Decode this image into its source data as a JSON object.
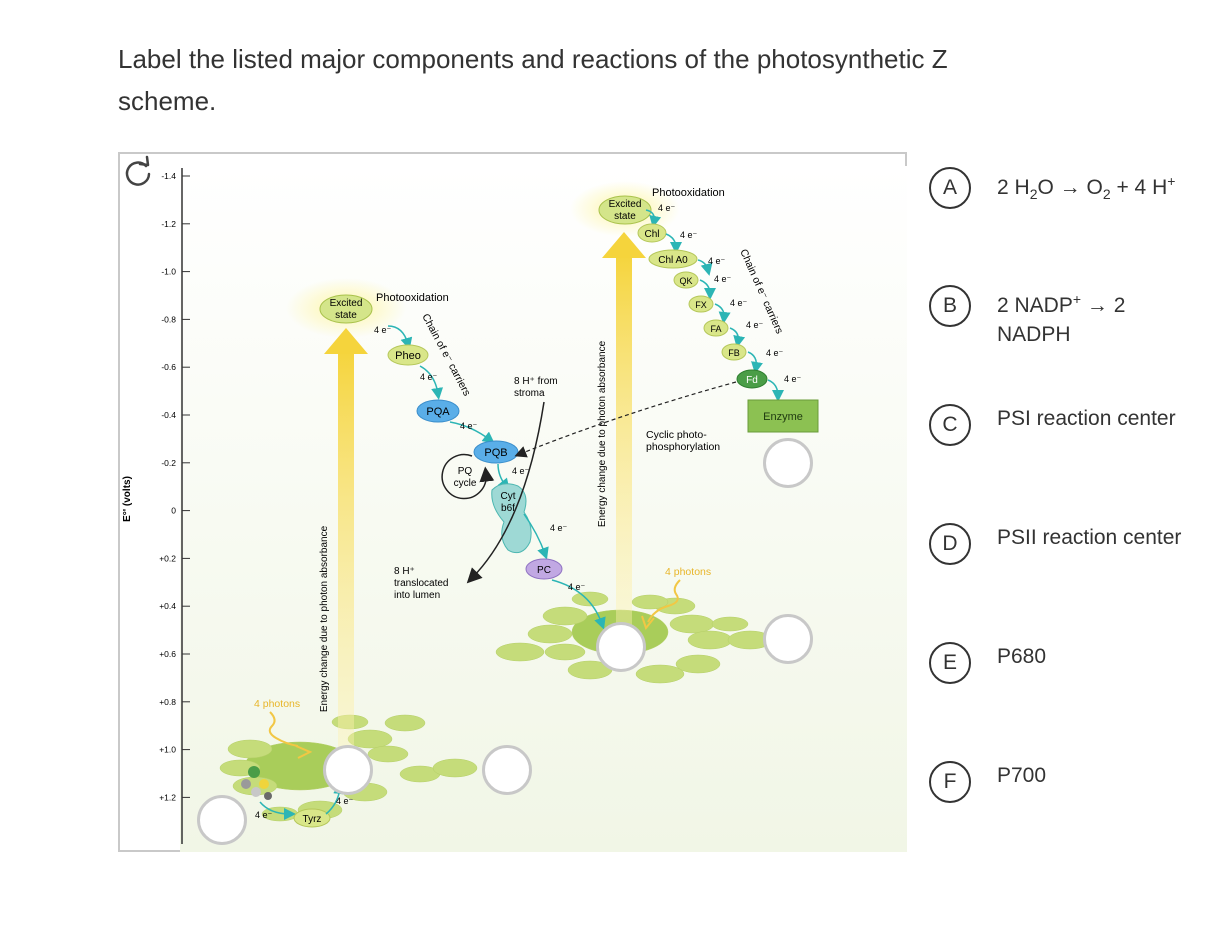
{
  "question": {
    "line1": "Label the listed major components and reactions of the photosynthetic Z",
    "line2": "scheme."
  },
  "figure": {
    "yaxis_label": "E°' (volts)",
    "ticks": [
      "-1.4",
      "-1.2",
      "-1.0",
      "-0.8",
      "-0.6",
      "-0.4",
      "-0.2",
      "0",
      "+0.2",
      "+0.4",
      "+0.6",
      "+0.8",
      "+1.0",
      "+1.2"
    ],
    "psii": {
      "excited": "Excited",
      "state": "state",
      "photooxidation": "Photooxidation",
      "vertical": "Energy change due to photon absorbance",
      "photons": "4 photons",
      "pheo": "Pheo",
      "pqa": "PQA",
      "pqb": "PQB",
      "pq": "PQ",
      "cycle": "cycle",
      "cyt": "Cyt",
      "b6f": "b6f",
      "chain": "Chain of e⁻ carriers",
      "tyrz": "Tyrz",
      "e4": "4 e⁻"
    },
    "protons": {
      "from1": "8 H⁺ from",
      "from2": "stroma",
      "trans1": "8 H⁺",
      "trans2": "translocated",
      "trans3": "into lumen"
    },
    "psi": {
      "excited": "Excited",
      "state": "state",
      "photooxidation": "Photooxidation",
      "vertical": "Energy change due to photon absorbance",
      "photons": "4 photons",
      "chl": "Chl",
      "chla0": "Chl A0",
      "qk": "QK",
      "fx": "FX",
      "fa": "FA",
      "fb": "FB",
      "fd": "Fd",
      "enzyme": "Enzyme",
      "pc": "PC",
      "chain": "Chain of e⁻ carriers",
      "cyclic1": "Cyclic photo-",
      "cyclic2": "phosphorylation"
    }
  },
  "answers": [
    {
      "letter": "A",
      "text_html": "2 H<sub>2</sub>O → O<sub>2</sub> + 4 H<sup>+</sup>"
    },
    {
      "letter": "B",
      "text_html": "2 NADP<sup>+</sup> → 2 NADPH"
    },
    {
      "letter": "C",
      "text_html": "PSI reaction center"
    },
    {
      "letter": "D",
      "text_html": "PSII reaction center"
    },
    {
      "letter": "E",
      "text_html": "P680"
    },
    {
      "letter": "F",
      "text_html": "P700"
    }
  ],
  "colors": {
    "yellow_arrow": "#f7d84a",
    "chloroplast_green": "#c5dc7a",
    "blue_node": "#5aaee8",
    "teal_arrow": "#2cb5b5",
    "enzyme_green": "#8cc152",
    "fd_green": "#4a9d47"
  }
}
